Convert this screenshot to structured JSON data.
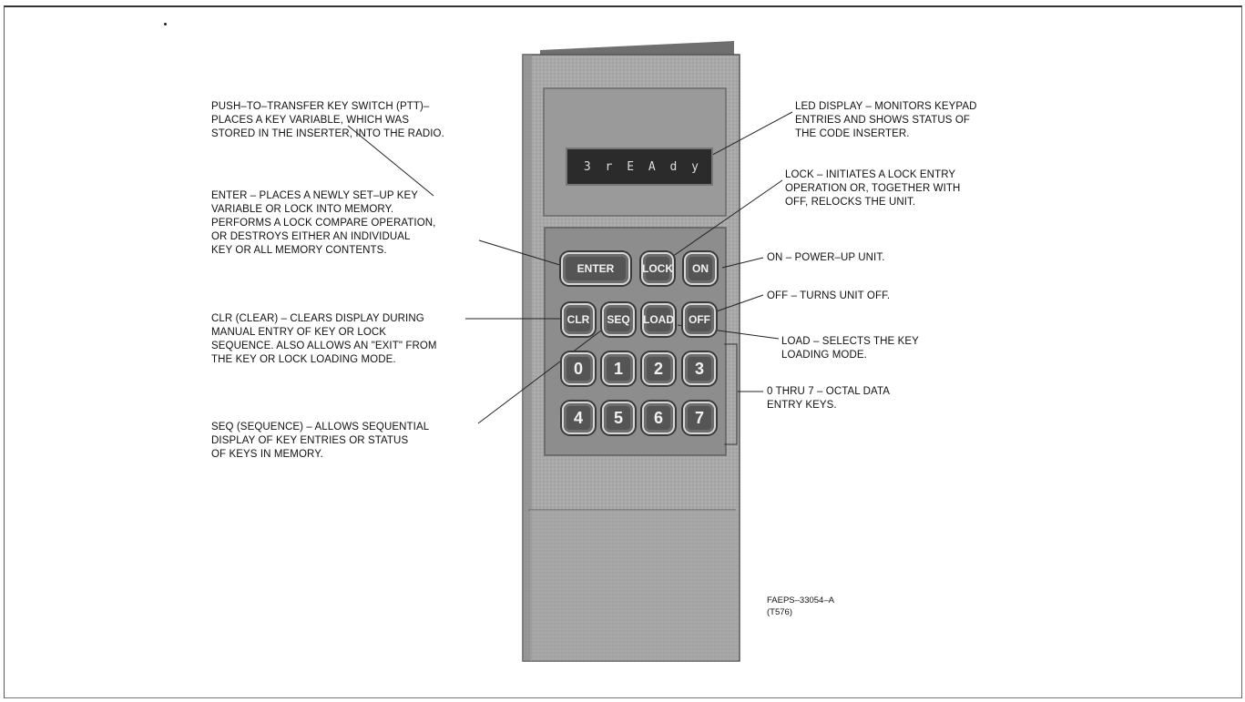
{
  "display": {
    "text": "3  r E A d y"
  },
  "keys": {
    "enter": "ENTER",
    "lock": "LOCK",
    "on": "ON",
    "clr": "CLR",
    "seq": "SEQ",
    "load": "LOAD",
    "off": "OFF",
    "k0": "0",
    "k1": "1",
    "k2": "2",
    "k3": "3",
    "k4": "4",
    "k5": "5",
    "k6": "6",
    "k7": "7"
  },
  "annotations": {
    "ptt": [
      "PUSH–TO–TRANSFER KEY SWITCH (PTT)–",
      "PLACES A KEY VARIABLE, WHICH WAS",
      "STORED IN THE INSERTER, INTO THE RADIO."
    ],
    "enter": [
      "ENTER – PLACES A NEWLY SET–UP KEY",
      "VARIABLE OR LOCK INTO MEMORY.",
      "PERFORMS A LOCK COMPARE OPERATION,",
      "OR DESTROYS EITHER AN INDIVIDUAL",
      "KEY OR ALL MEMORY CONTENTS."
    ],
    "clr": [
      "CLR (CLEAR) – CLEARS DISPLAY DURING",
      "MANUAL ENTRY OF KEY OR LOCK",
      "SEQUENCE.  ALSO ALLOWS AN \"EXIT\" FROM",
      "THE KEY OR LOCK LOADING MODE."
    ],
    "seq": [
      "SEQ (SEQUENCE) – ALLOWS SEQUENTIAL",
      "DISPLAY OF KEY ENTRIES OR STATUS",
      "OF KEYS IN MEMORY."
    ],
    "led": [
      "LED DISPLAY – MONITORS KEYPAD",
      "ENTRIES AND SHOWS STATUS OF",
      "THE CODE INSERTER."
    ],
    "lock": [
      "LOCK – INITIATES A LOCK ENTRY",
      "OPERATION OR, TOGETHER WITH",
      "OFF, RELOCKS THE UNIT."
    ],
    "on": [
      "ON – POWER–UP UNIT."
    ],
    "off": [
      "OFF – TURNS UNIT OFF."
    ],
    "load": [
      "LOAD – SELECTS THE KEY",
      "LOADING MODE."
    ],
    "digits": [
      "0 THRU 7 – OCTAL DATA",
      "ENTRY KEYS."
    ]
  },
  "figure_id": [
    "FAEPS–33054–A",
    "(T576)"
  ]
}
